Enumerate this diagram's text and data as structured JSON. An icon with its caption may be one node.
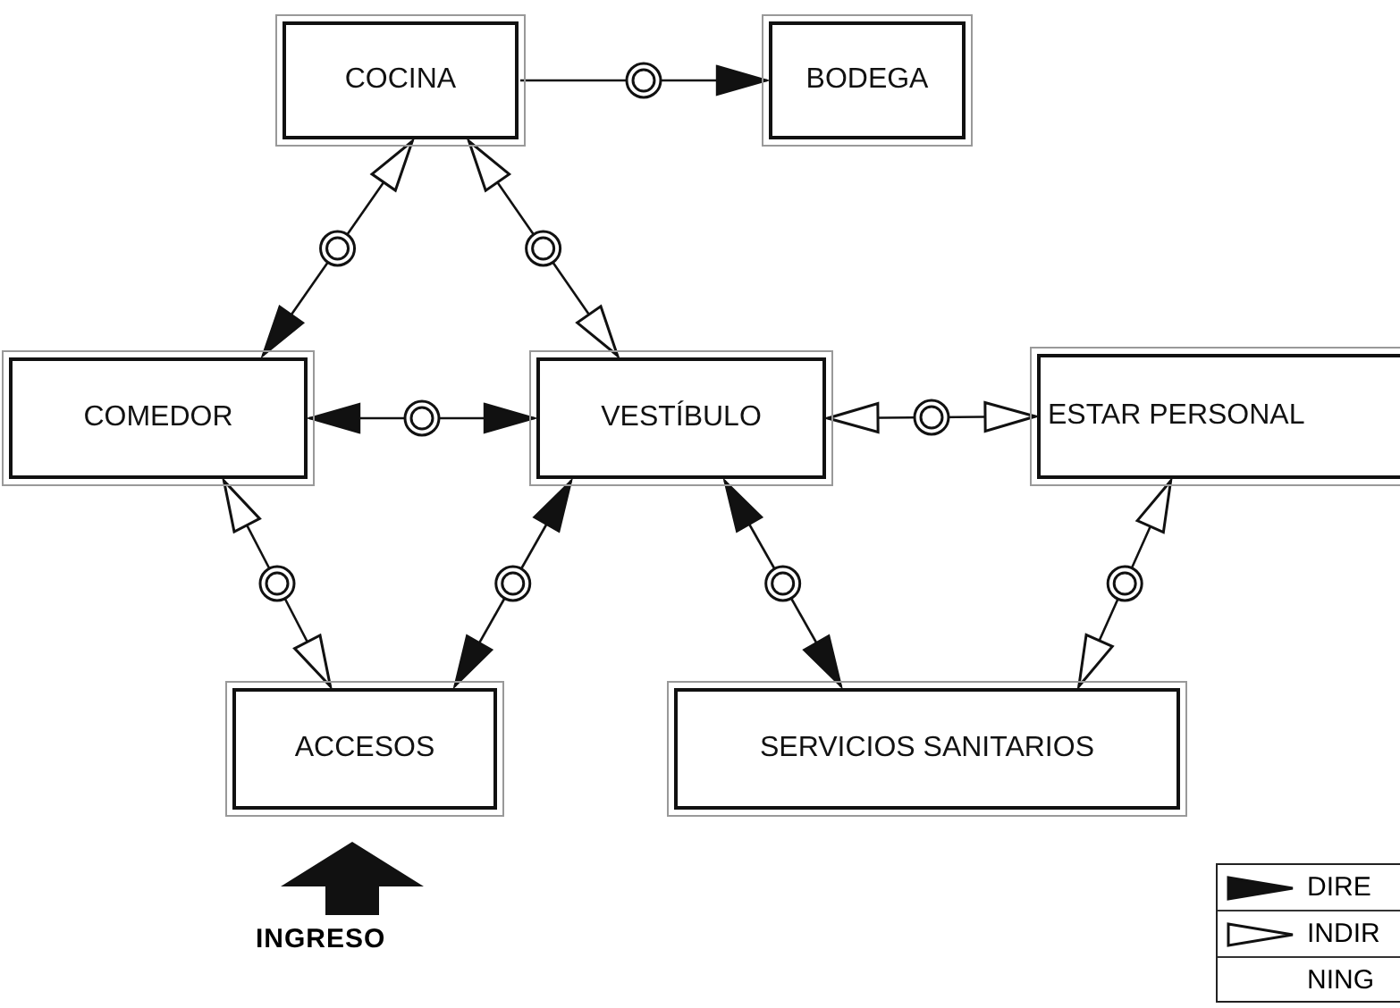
{
  "diagram": {
    "nodes": [
      {
        "text": [
          "COCINA"
        ]
      },
      {
        "text": [
          "BODEGA"
        ]
      },
      {
        "text": [
          "COMEDOR"
        ]
      },
      {
        "text": [
          "VESTÍBULO"
        ]
      },
      {
        "text": [
          "ESTAR PERSONAL"
        ]
      },
      {
        "text": [
          "ACCESOS"
        ]
      },
      {
        "text": [
          "SERVICIOS SANITARIOS"
        ]
      }
    ],
    "edges": [
      {
        "from": 0,
        "to": 1,
        "arrow": "to"
      },
      {
        "from": 0,
        "to": 2,
        "arrow": "both"
      },
      {
        "from": 0,
        "to": 3,
        "arrow": "both"
      },
      {
        "from": 3,
        "to": 2,
        "arrow": "both"
      },
      {
        "from": 3,
        "to": 4,
        "arrow": "both"
      },
      {
        "from": 2,
        "to": 5,
        "arrow": "both"
      },
      {
        "from": 3,
        "to": 5,
        "arrow": "both"
      },
      {
        "from": 3,
        "to": 6,
        "arrow": "both"
      },
      {
        "from": 4,
        "to": 6,
        "arrow": "both"
      }
    ],
    "labels": [
      "INGRESO"
    ],
    "legend": [
      {
        "text": "DIRE"
      },
      {
        "text": "INDIR"
      },
      {
        "text": "NING"
      }
    ]
  }
}
